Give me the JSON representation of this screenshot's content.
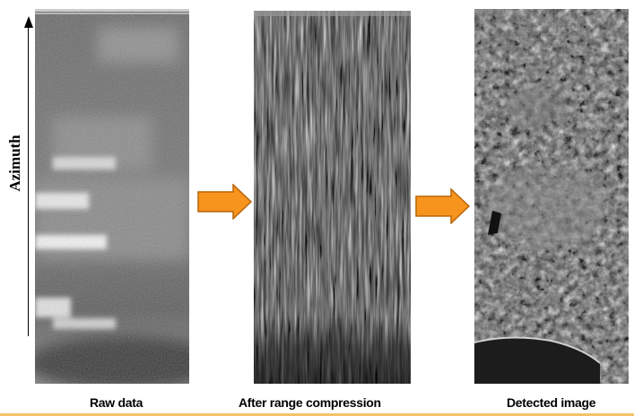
{
  "axis": {
    "label": "Azimuth"
  },
  "panels": {
    "raw": {
      "caption": "Raw data"
    },
    "range": {
      "caption": "After range compression"
    },
    "detected": {
      "caption": "Detected image"
    }
  },
  "colors": {
    "arrow_fill": "#f7941d",
    "arrow_stroke": "#b8650a",
    "bottom_rule": "#f3c36a"
  },
  "icons": {
    "flow_arrow": "right-arrow-icon",
    "axis_arrow": "up-arrow-icon"
  }
}
